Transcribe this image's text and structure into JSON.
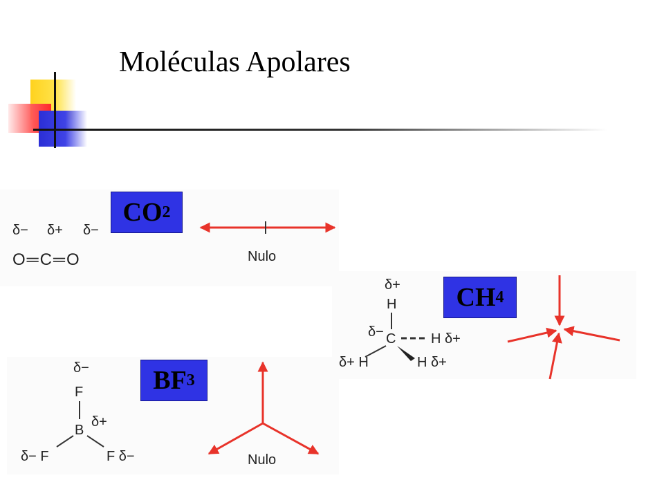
{
  "title": "Moléculas Apolares",
  "colors": {
    "label_box": "#2f33e4",
    "vector": "#e8332a",
    "ornament_yellow": "#ffd21e",
    "ornament_red": "#ff3b3b",
    "ornament_blue": "#2b2fd6"
  },
  "molecules": {
    "co2": {
      "formula": "CO",
      "subscript": "2",
      "charges": [
        "δ−",
        "δ+",
        "δ−"
      ],
      "structure": "O═C═O",
      "result": "Nulo"
    },
    "ch4": {
      "formula": "CH",
      "subscript": "4",
      "charge_top": "δ+",
      "atom_top": "H",
      "charge_c": "δ−",
      "atom_c": "C",
      "right_bond": "H δ+",
      "bottom_left": "δ+ H",
      "bottom_right": "H δ+"
    },
    "bf3": {
      "formula": "BF",
      "subscript": "3",
      "charge_top": "δ−",
      "atom_top": "F",
      "atom_b": "B",
      "charge_b": "δ+",
      "bottom_left": "δ− F",
      "bottom_right": "F δ−",
      "result": "Nulo"
    }
  }
}
